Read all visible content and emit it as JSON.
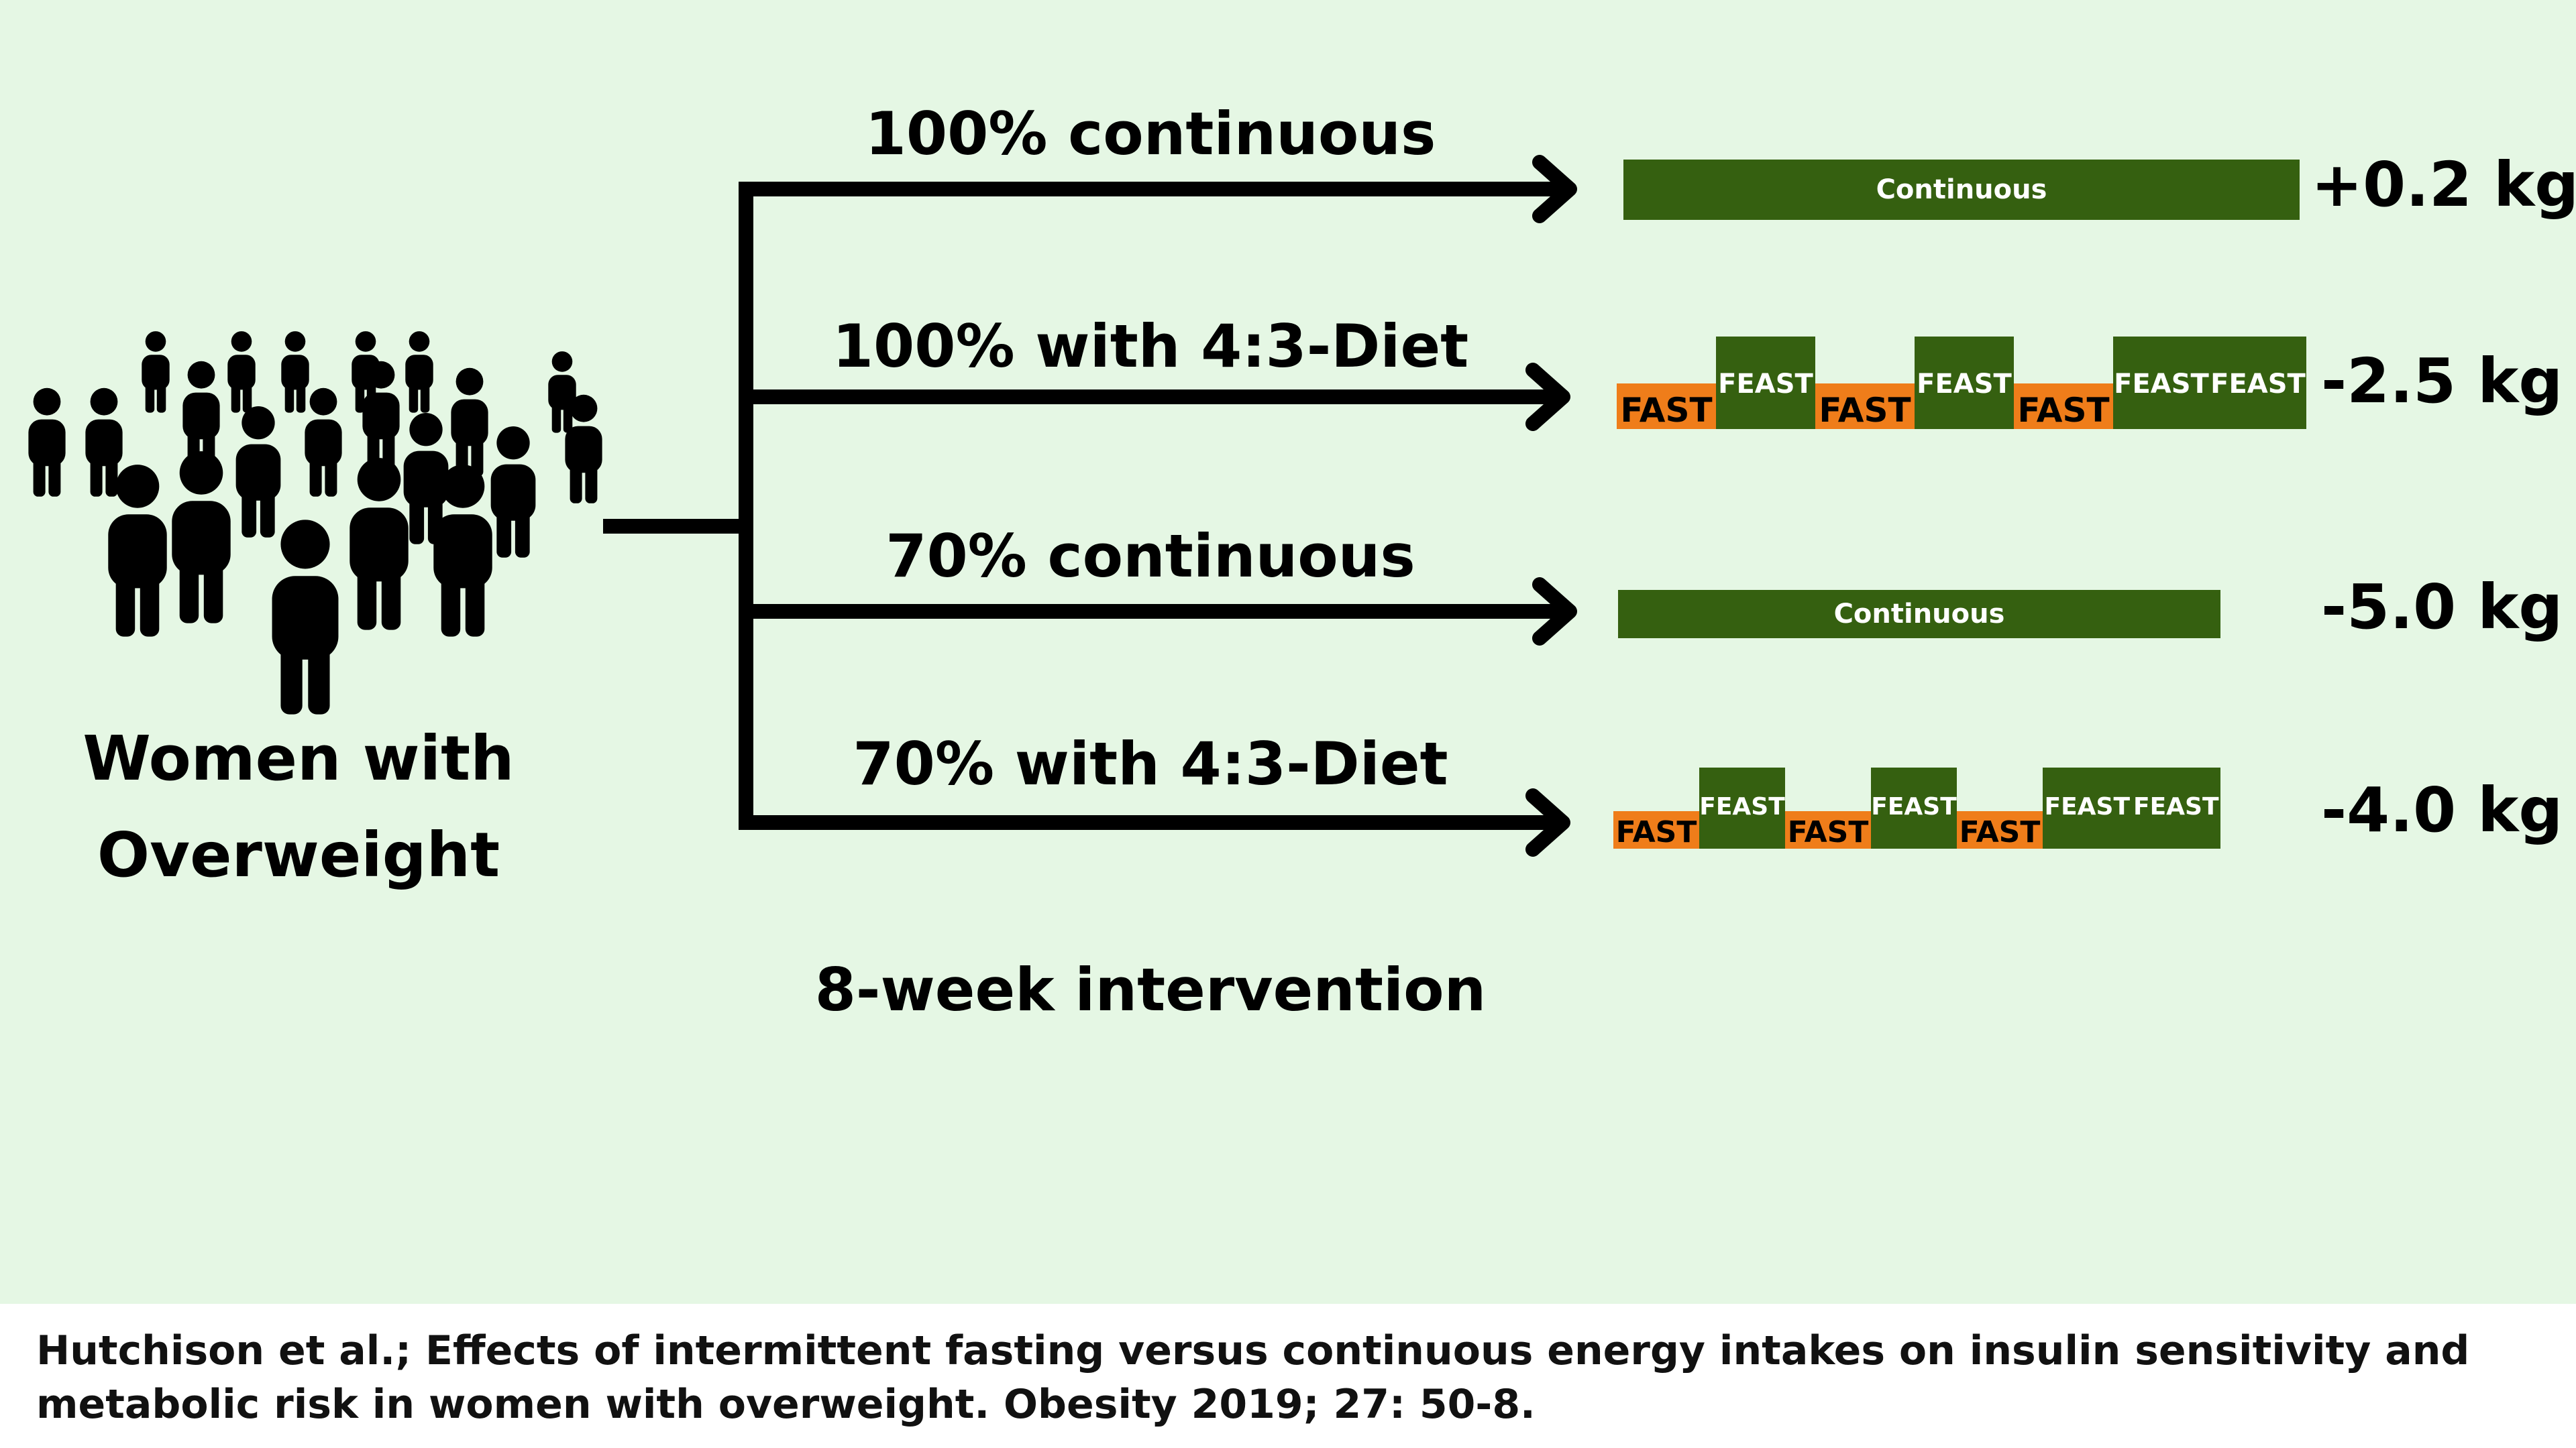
{
  "population": {
    "line1": "Women with",
    "line2": "Overweight"
  },
  "duration": "8-week intervention",
  "block_labels": {
    "fast": "FAST",
    "feast": "FEAST",
    "continuous": "Continuous"
  },
  "arms": [
    {
      "label": "100% continuous",
      "weight_change": "+0.2 kg"
    },
    {
      "label": "100% with 4:3-Diet",
      "weight_change": "-2.5 kg"
    },
    {
      "label": "70% continuous",
      "weight_change": "-5.0 kg"
    },
    {
      "label": "70% with 4:3-Diet",
      "weight_change": "-4.0 kg"
    }
  ],
  "citation": "Hutchison et al.; Effects of intermittent fasting versus continuous energy intakes on insulin sensitivity and metabolic risk in women with overweight. Obesity 2019; 27: 50-8.",
  "colors": {
    "background": "#e5f7e4",
    "feast": "#356010",
    "fast": "#ef7d1a",
    "line": "#000000"
  },
  "icons": {
    "population": "crowd-of-people-icon",
    "branch": "arrow-right-icon"
  }
}
